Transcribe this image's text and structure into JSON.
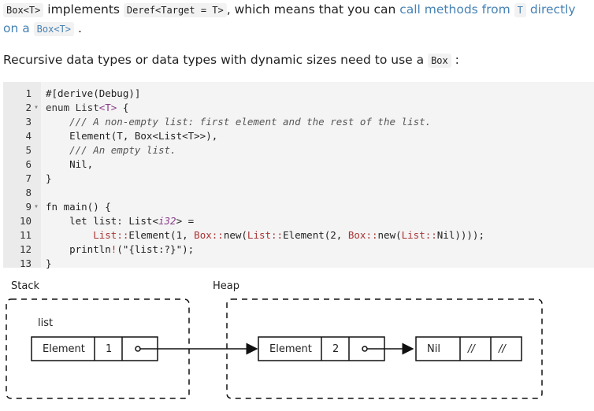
{
  "para1": {
    "t1": "Box<T>",
    "t2": " implements ",
    "t3": "Deref<Target = T>",
    "t4": ", which means that you can ",
    "t5": "call methods from ",
    "t6": "T",
    "t7": " directly",
    "t8": "on a ",
    "t9": "Box<T>",
    "t10": " ."
  },
  "para2": {
    "t1": "Recursive data types or data types with dynamic sizes need to use a ",
    "t2": "Box",
    "t3": " :"
  },
  "code": {
    "lines": [
      {
        "n": "1",
        "fold": "",
        "parts": [
          [
            "#[derive(Debug)]",
            ""
          ]
        ]
      },
      {
        "n": "2",
        "fold": "▾",
        "parts": [
          [
            "enum List",
            "kw"
          ],
          [
            "<T>",
            "gen"
          ],
          [
            " {",
            ""
          ]
        ]
      },
      {
        "n": "3",
        "fold": "",
        "parts": [
          [
            "    /// A non-empty list: first element and the rest of the list.",
            "cm"
          ]
        ]
      },
      {
        "n": "4",
        "fold": "",
        "parts": [
          [
            "    Element(T, Box",
            ""
          ],
          [
            "<List<T>>",
            ""
          ],
          [
            "),",
            ""
          ]
        ]
      },
      {
        "n": "5",
        "fold": "",
        "parts": [
          [
            "    /// An empty list.",
            "cm"
          ]
        ]
      },
      {
        "n": "6",
        "fold": "",
        "parts": [
          [
            "    Nil,",
            ""
          ]
        ]
      },
      {
        "n": "7",
        "fold": "",
        "parts": [
          [
            "}",
            ""
          ]
        ]
      },
      {
        "n": "8",
        "fold": "",
        "parts": [
          [
            "",
            ""
          ]
        ]
      },
      {
        "n": "9",
        "fold": "▾",
        "parts": [
          [
            "fn main() {",
            ""
          ]
        ]
      },
      {
        "n": "10",
        "fold": "",
        "parts": [
          [
            "    let list: List",
            ""
          ],
          [
            "<",
            ""
          ],
          [
            "i32",
            "ty"
          ],
          [
            "> =",
            ""
          ]
        ]
      },
      {
        "n": "11",
        "fold": "",
        "parts": [
          [
            "        ",
            ""
          ],
          [
            "List::",
            "mac"
          ],
          [
            "Element(1, ",
            ""
          ],
          [
            "Box::",
            "mac"
          ],
          [
            "new(",
            ""
          ],
          [
            "List::",
            "mac"
          ],
          [
            "Element(2, ",
            ""
          ],
          [
            "Box::",
            "mac"
          ],
          [
            "new(",
            ""
          ],
          [
            "List::",
            "mac"
          ],
          [
            "Nil))));",
            ""
          ]
        ]
      },
      {
        "n": "12",
        "fold": "",
        "parts": [
          [
            "    println",
            ""
          ],
          [
            "!",
            "mac"
          ],
          [
            "(\"{list:?}\");",
            ""
          ]
        ]
      },
      {
        "n": "13",
        "fold": "",
        "parts": [
          [
            "}",
            ""
          ]
        ]
      }
    ]
  },
  "diagram": {
    "stack_label": "Stack",
    "heap_label": "Heap",
    "var_label": "list",
    "stack_cell_tag": "Element",
    "stack_cell_value": "1",
    "heap_cell_tag": "Element",
    "heap_cell_value": "2",
    "nil_tag": "Nil",
    "nil_slot1": "//",
    "nil_slot2": "//"
  }
}
